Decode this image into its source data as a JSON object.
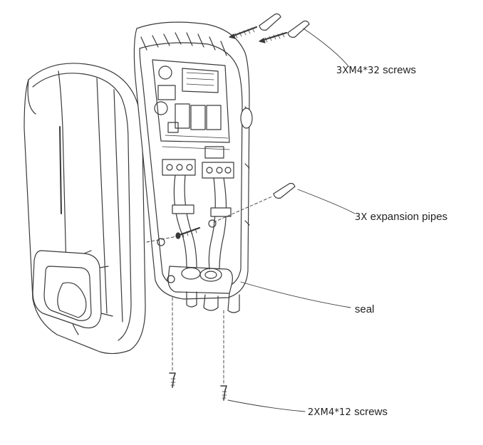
{
  "labels": {
    "top_screws": {
      "code": "3XM4*32",
      "word": "screws"
    },
    "pipes": {
      "code": "3X",
      "word": "expansion pipes"
    },
    "seal": "seal",
    "bottom_screws": {
      "code": "2XM4*12",
      "word": "screws"
    }
  }
}
